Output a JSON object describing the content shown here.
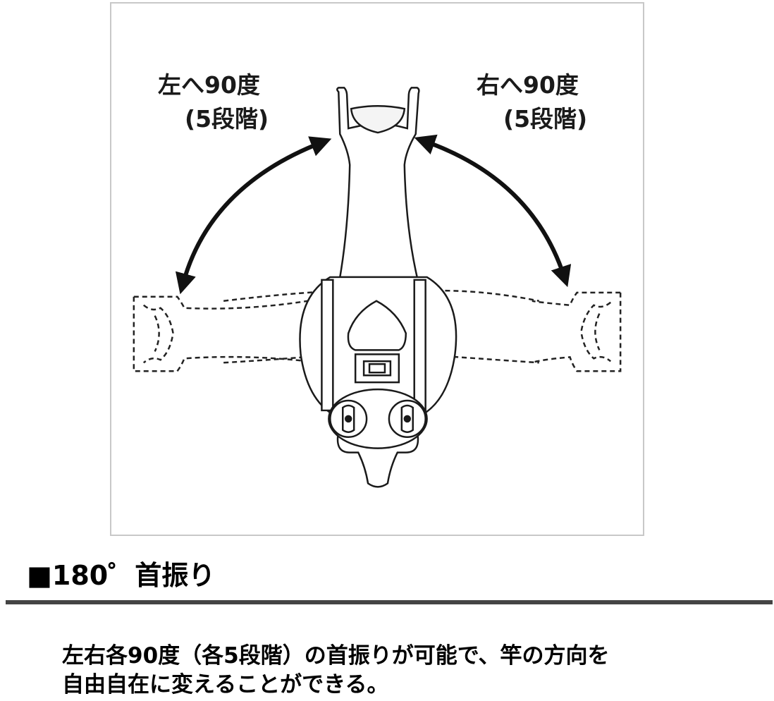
{
  "figure": {
    "left_label": "左へ90度",
    "left_sub_label": "(5段階)",
    "right_label": "右へ90度",
    "right_sub_label": "(5段階)"
  },
  "section": {
    "title": "■180゜首振り"
  },
  "description": {
    "line1": "左右各90度（各5段階）の首振りが可能で、竿の方向を",
    "line2": "自由自在に変えることができる。"
  }
}
